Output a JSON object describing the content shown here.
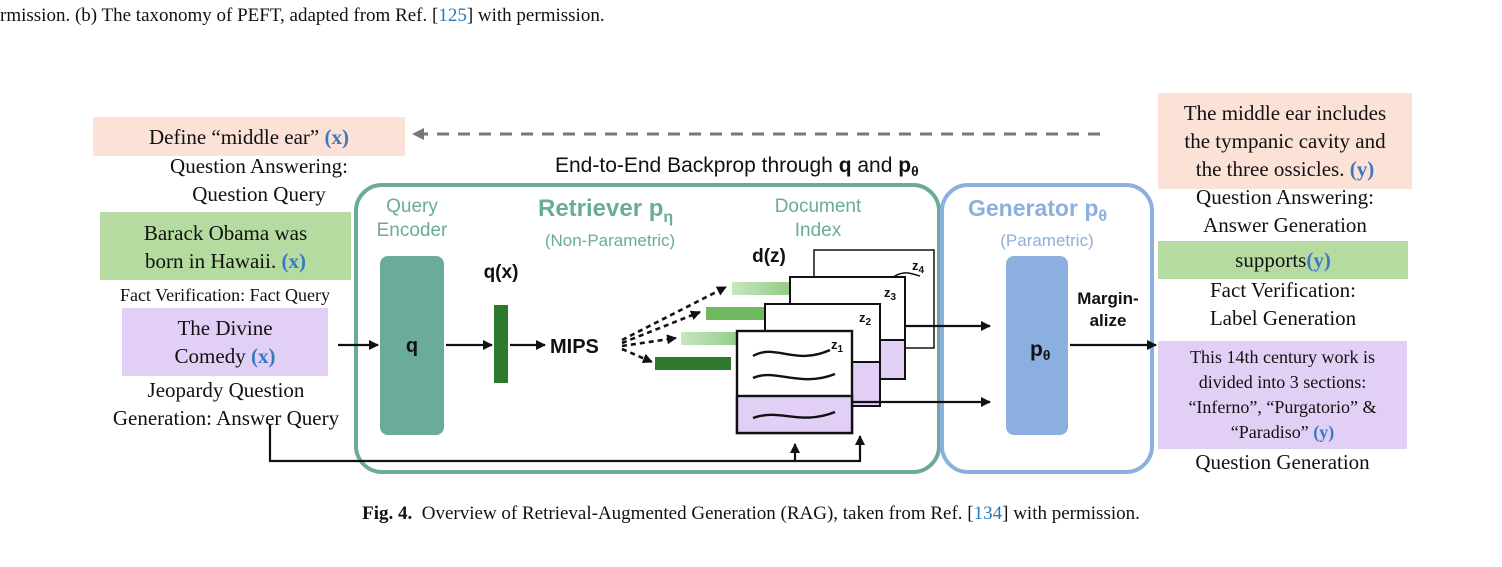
{
  "top_line": {
    "text": "rmission. (b) The taxonomy of PEFT, adapted from Ref. [",
    "ref": "125",
    "after": "] with permission."
  },
  "caption": {
    "label": "Fig. 4.",
    "text": "Overview of Retrieval-Augmented Generation (RAG), taken from Ref. [",
    "ref": "134",
    "after": "] with permission."
  },
  "diagram": {
    "backprop_label": "End-to-End Backprop through",
    "backprop_q": "q",
    "backprop_and": "and",
    "backprop_p": "p",
    "backprop_theta": "θ",
    "inputs": [
      {
        "text": "Define “middle ear”",
        "marker": "(x)",
        "task": [
          "Question Answering:",
          "Question Query"
        ]
      },
      {
        "text": [
          "Barack Obama was",
          "born in Hawaii."
        ],
        "marker": "(x)",
        "task": [
          "Fact Verification: Fact Query"
        ]
      },
      {
        "text": [
          "The Divine",
          "Comedy"
        ],
        "marker": "(x)",
        "task": [
          "Jeopardy Question",
          "Generation: Answer Query"
        ]
      }
    ],
    "outputs": [
      {
        "text": [
          "The middle ear includes",
          "the tympanic cavity and",
          "the three ossicles."
        ],
        "marker": "(y)",
        "task": [
          "Question Answering:",
          "Answer Generation"
        ]
      },
      {
        "text": "supports",
        "marker": "(y)",
        "task": [
          "Fact Verification:",
          "Label Generation"
        ]
      },
      {
        "text": [
          "This 14th century work is",
          "divided into 3 sections:",
          "“Inferno”, “Purgatorio” &",
          "“Paradiso”"
        ],
        "marker": "(y)",
        "task": [
          "Question Generation"
        ]
      }
    ],
    "retriever": {
      "title": "Retriever p",
      "title_sub": "η",
      "subtitle": "(Non-Parametric)",
      "query_encoder": [
        "Query",
        "Encoder"
      ],
      "query_box": "q",
      "qx_label": "q(x)",
      "mips_label": "MIPS",
      "document_index": [
        "Document",
        "Index"
      ],
      "dz_label": "d(z)",
      "doc_labels": [
        "z",
        "z",
        "z",
        "z"
      ],
      "doc_subs": [
        "1",
        "2",
        "3",
        "4"
      ]
    },
    "generator": {
      "title": "Generator p",
      "title_sub": "θ",
      "subtitle": "(Parametric)",
      "box": "p",
      "box_sub": "θ",
      "marginalize": [
        "Margin-",
        "alize"
      ]
    },
    "colors": {
      "retriever": "#6aab9c",
      "generator": "#8bb0e0",
      "pink": "#fbe1d6",
      "green": "#b5dba0",
      "purple": "#e1cff5",
      "marker": "#3a78c2"
    }
  }
}
